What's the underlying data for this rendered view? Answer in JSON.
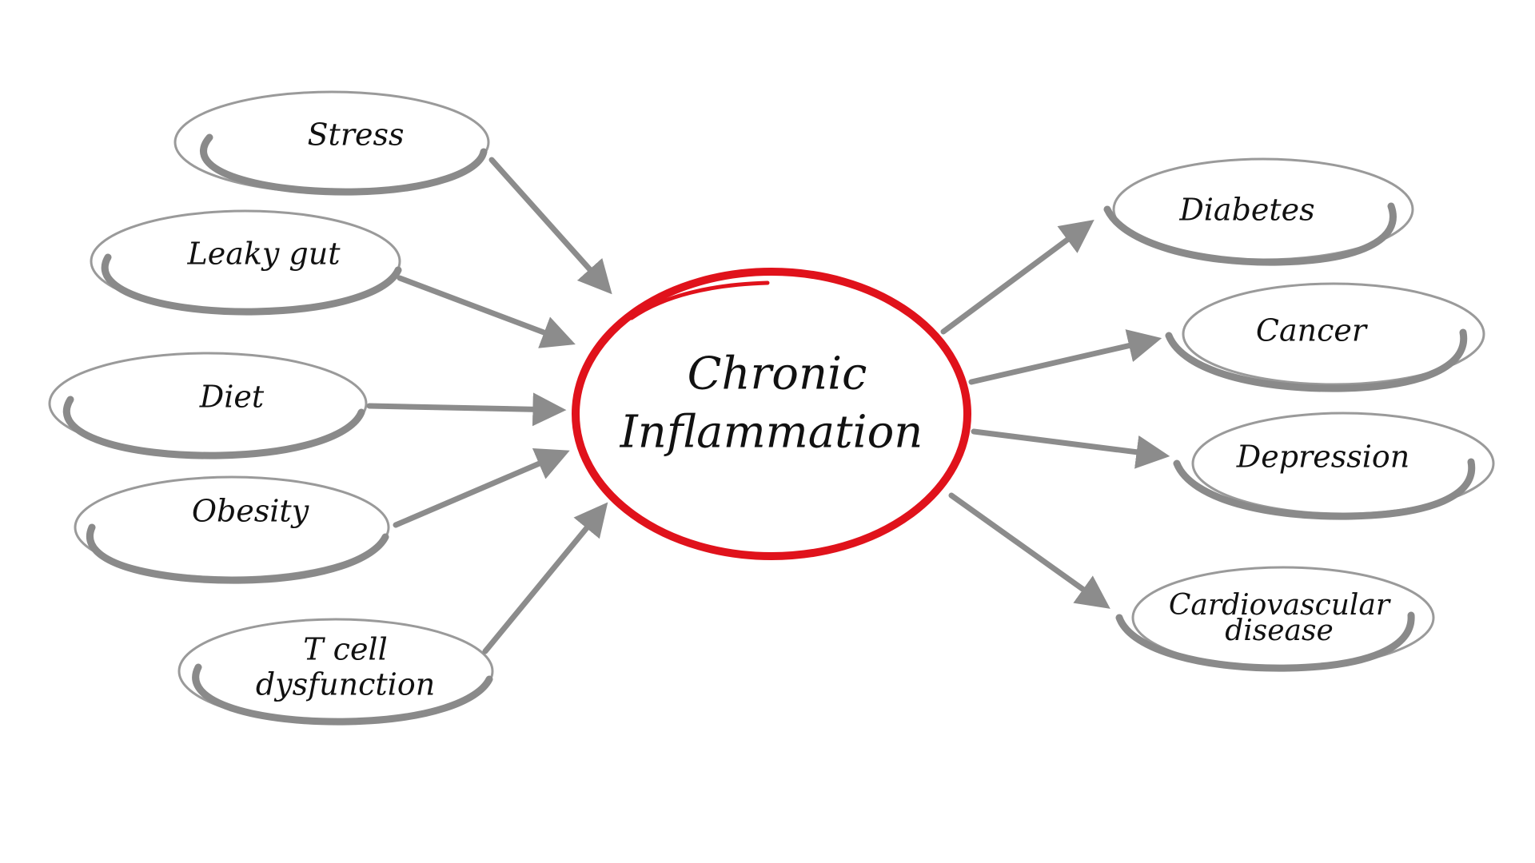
{
  "diagram": {
    "center": {
      "line1": "Chronic",
      "line2": "Inflammation",
      "ring_color": "#e0121b"
    },
    "causes": [
      {
        "label": "Stress"
      },
      {
        "label": "Leaky gut"
      },
      {
        "label": "Diet"
      },
      {
        "label": "Obesity"
      },
      {
        "label": "T cell",
        "label2": "dysfunction"
      }
    ],
    "effects": [
      {
        "label": "Diabetes"
      },
      {
        "label": "Cancer"
      },
      {
        "label": "Depression"
      },
      {
        "label": "Cardiovascular",
        "label2": "disease"
      }
    ],
    "colors": {
      "arrow": "#8c8c8c",
      "ellipse": "#9a9a9a",
      "text": "#111111"
    }
  }
}
